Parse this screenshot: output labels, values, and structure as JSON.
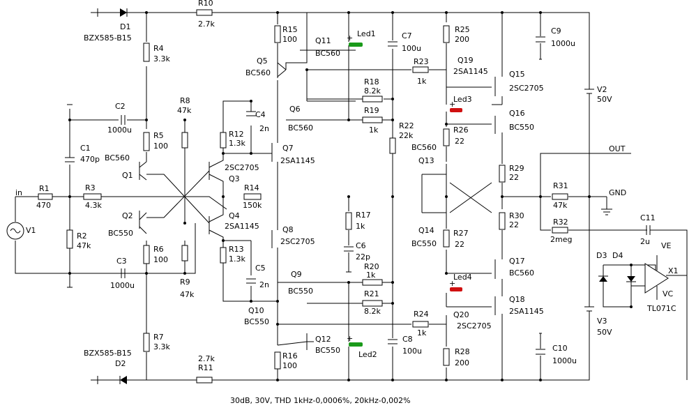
{
  "caption": "30dB, 30V, THD 1kHz-0,0006%, 20kHz-0,002%",
  "nets": {
    "in": "in",
    "out": "OUT",
    "gnd": "GND"
  },
  "components": {
    "D1": {
      "ref": "D1",
      "val": "BZX585-B15"
    },
    "D2": {
      "ref": "D2",
      "val": "BZX585-B15"
    },
    "D3": {
      "ref": "D3"
    },
    "D4": {
      "ref": "D4"
    },
    "R1": {
      "ref": "R1",
      "val": "470"
    },
    "R2": {
      "ref": "R2",
      "val": "47k"
    },
    "R3": {
      "ref": "R3",
      "val": "4.3k"
    },
    "R4": {
      "ref": "R4",
      "val": "3.3k"
    },
    "R5": {
      "ref": "R5",
      "val": "100"
    },
    "R6": {
      "ref": "R6",
      "val": "100"
    },
    "R7": {
      "ref": "R7",
      "val": "3.3k"
    },
    "R8": {
      "ref": "R8",
      "val": "47k"
    },
    "R9": {
      "ref": "R9",
      "val": "47k"
    },
    "R10": {
      "ref": "R10",
      "val": "2.7k"
    },
    "R11": {
      "ref": "R11",
      "val": "2.7k"
    },
    "R12": {
      "ref": "R12",
      "val": "1.3k"
    },
    "R13": {
      "ref": "R13",
      "val": "1.3k"
    },
    "R14": {
      "ref": "R14",
      "val": "150k"
    },
    "R15": {
      "ref": "R15",
      "val": "100"
    },
    "R16": {
      "ref": "R16",
      "val": "100"
    },
    "R17": {
      "ref": "R17",
      "val": "1k"
    },
    "R18": {
      "ref": "R18",
      "val": "8.2k"
    },
    "R19": {
      "ref": "R19",
      "val": "1k"
    },
    "R20": {
      "ref": "R20",
      "val": "1k"
    },
    "R21": {
      "ref": "R21",
      "val": "8.2k"
    },
    "R22": {
      "ref": "R22",
      "val": "22k"
    },
    "R23": {
      "ref": "R23",
      "val": "1k"
    },
    "R24": {
      "ref": "R24",
      "val": "1k"
    },
    "R25": {
      "ref": "R25",
      "val": "200"
    },
    "R26": {
      "ref": "R26",
      "val": "22"
    },
    "R27": {
      "ref": "R27",
      "val": "22"
    },
    "R28": {
      "ref": "R28",
      "val": "200"
    },
    "R29": {
      "ref": "R29",
      "val": "22"
    },
    "R30": {
      "ref": "R30",
      "val": "22"
    },
    "R31": {
      "ref": "R31",
      "val": "47k"
    },
    "R32": {
      "ref": "R32",
      "val": "2meg"
    },
    "C1": {
      "ref": "C1",
      "val": "470p"
    },
    "C2": {
      "ref": "C2",
      "val": "1000u"
    },
    "C3": {
      "ref": "C3",
      "val": "1000u"
    },
    "C4": {
      "ref": "C4",
      "val": "2n"
    },
    "C5": {
      "ref": "C5",
      "val": "2n"
    },
    "C6": {
      "ref": "C6",
      "val": "22p"
    },
    "C7": {
      "ref": "C7",
      "val": "100u"
    },
    "C8": {
      "ref": "C8",
      "val": "100u"
    },
    "C9": {
      "ref": "C9",
      "val": "1000u"
    },
    "C10": {
      "ref": "C10",
      "val": "1000u"
    },
    "C11": {
      "ref": "C11",
      "val": "2u"
    },
    "Q1": {
      "ref": "Q1",
      "val": "BC560"
    },
    "Q2": {
      "ref": "Q2",
      "val": "BC550"
    },
    "Q3": {
      "ref": "Q3",
      "val": "2SC2705"
    },
    "Q4": {
      "ref": "Q4",
      "val": "2SA1145"
    },
    "Q5": {
      "ref": "Q5",
      "val": "BC560"
    },
    "Q6": {
      "ref": "Q6",
      "val": "BC560"
    },
    "Q7": {
      "ref": "Q7",
      "val": "2SA1145"
    },
    "Q8": {
      "ref": "Q8",
      "val": "2SC2705"
    },
    "Q9": {
      "ref": "Q9",
      "val": "BC550"
    },
    "Q10": {
      "ref": "Q10",
      "val": "BC550"
    },
    "Q11": {
      "ref": "Q11",
      "val": "BC560"
    },
    "Q12": {
      "ref": "Q12",
      "val": "BC550"
    },
    "Q13": {
      "ref": "Q13",
      "val": "BC560"
    },
    "Q14": {
      "ref": "Q14",
      "val": "BC550"
    },
    "Q15": {
      "ref": "Q15",
      "val": "2SC2705"
    },
    "Q16": {
      "ref": "Q16",
      "val": "BC550"
    },
    "Q17": {
      "ref": "Q17",
      "val": "BC560"
    },
    "Q18": {
      "ref": "Q18",
      "val": "2SA1145"
    },
    "Q19": {
      "ref": "Q19",
      "val": "2SA1145"
    },
    "Q20": {
      "ref": "Q20",
      "val": "2SC2705"
    },
    "V1": {
      "ref": "V1"
    },
    "V2": {
      "ref": "V2",
      "val": "50V"
    },
    "V3": {
      "ref": "V3",
      "val": "50V"
    },
    "X1": {
      "ref": "X1",
      "val": "TL071C",
      "pin_pos": "VE",
      "pin_neg": "VC"
    },
    "Led1": {
      "ref": "Led1",
      "color": "#1a9a1a"
    },
    "Led2": {
      "ref": "Led2",
      "color": "#1a9a1a"
    },
    "Led3": {
      "ref": "Led3",
      "color": "#d01010"
    },
    "Led4": {
      "ref": "Led4",
      "color": "#d01010"
    }
  }
}
